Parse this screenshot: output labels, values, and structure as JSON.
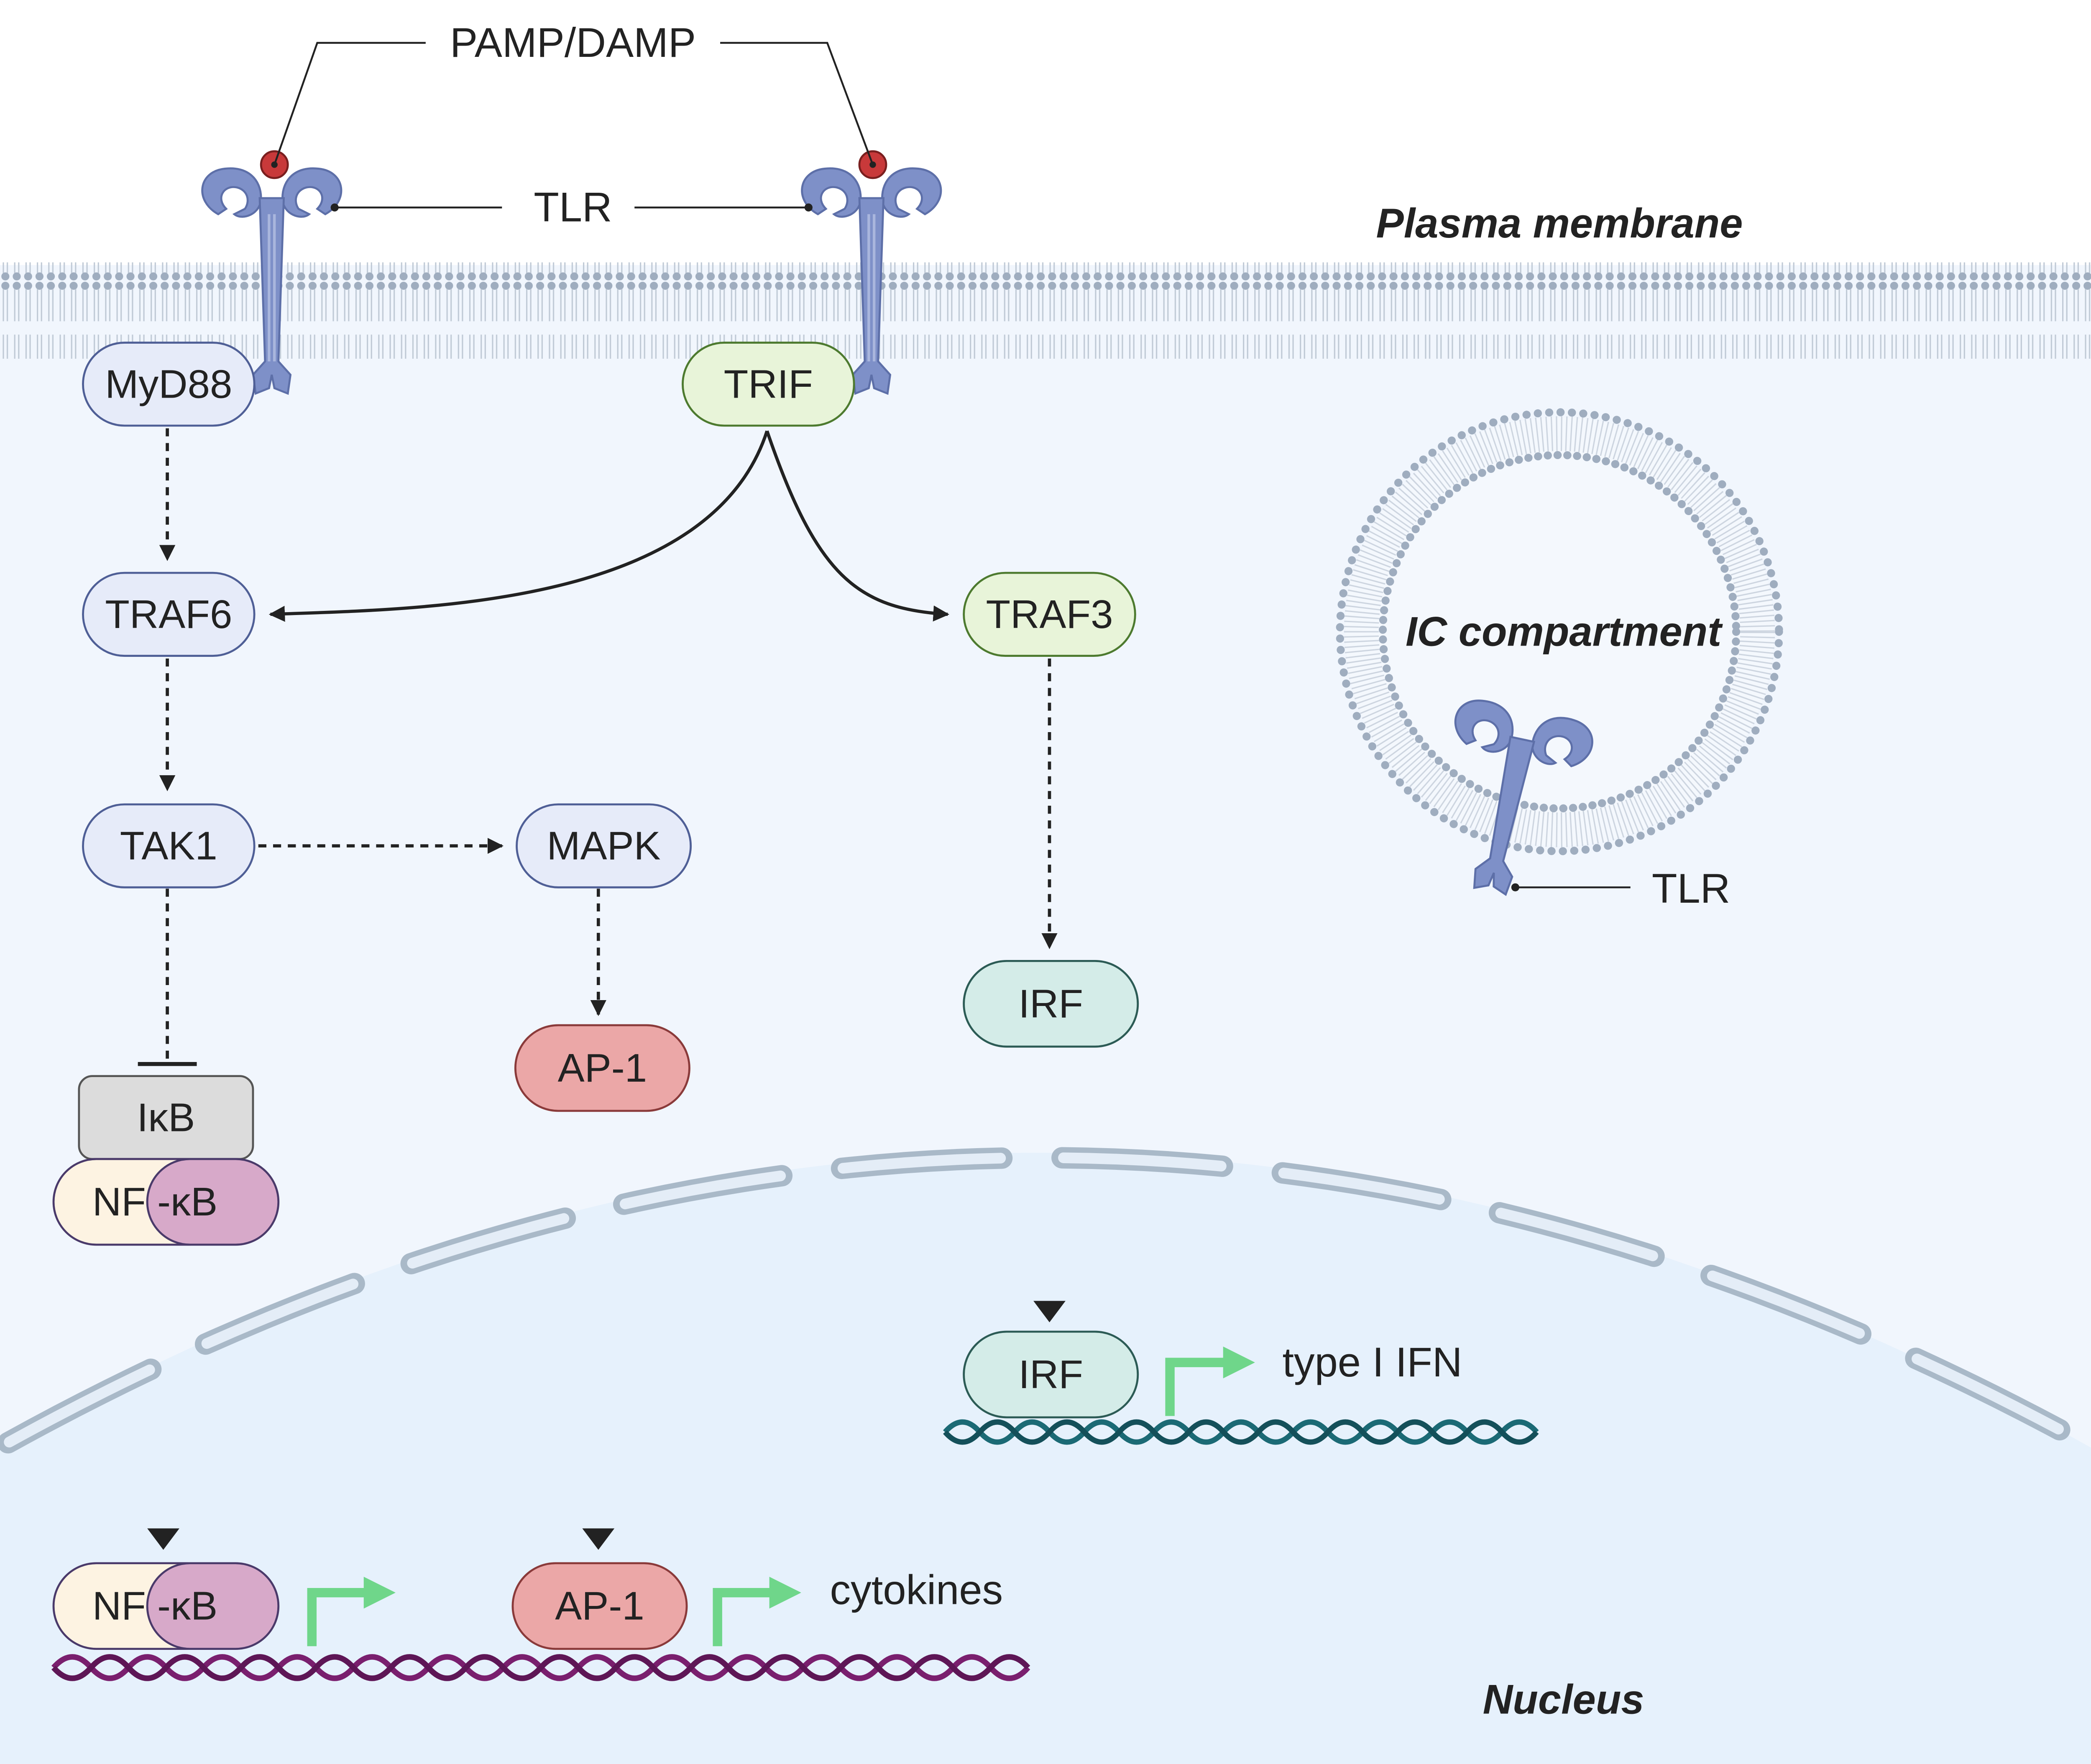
{
  "ligand_label": "PAMP/DAMP",
  "receptor_label": "TLR",
  "endosome_receptor_label": "TLR",
  "compartments": {
    "plasma_membrane": "Plasma membrane",
    "ic_compartment": "IC compartment",
    "nucleus": "Nucleus"
  },
  "nodes": {
    "myd88": "MyD88",
    "trif": "TRIF",
    "traf6": "TRAF6",
    "traf3": "TRAF3",
    "tak1": "TAK1",
    "mapk": "MAPK",
    "irf_cyto": "IRF",
    "ikb": "IκB",
    "nfkb_nf": "NF",
    "nfkb_kb": "-κB",
    "ap1_cyto": "AP-1",
    "irf_nuc": "IRF",
    "nfkb_nuc_nf": "NF",
    "nfkb_nuc_kb": "-κB",
    "ap1_nuc": "AP-1"
  },
  "outputs": {
    "ifn": "type I IFN",
    "cytokines": "cytokines"
  },
  "colors": {
    "myd88_fill": "#e6ebf9",
    "myd88_stroke": "#4f5f96",
    "trif_fill": "#e8f4d9",
    "trif_stroke": "#4d7a2f",
    "irf_fill": "#d4ece8",
    "irf_stroke": "#2c5b55",
    "ap1_fill": "#eba7a7",
    "ap1_stroke": "#8a3a3a",
    "ikb_fill": "#dcdcdc",
    "ikb_stroke": "#555555",
    "nf_fill": "#fdf3e2",
    "nf_stroke": "#4a3a6a",
    "kb_fill": "#d7a9c9",
    "kb_stroke": "#4a3a6a",
    "receptor": "#7e90c8",
    "ligand": "#c8393a",
    "membrane": "#9aa7b8",
    "cell_bg": "#f1f6fd",
    "nucleus_bg": "#e6f1fc",
    "arrow": "#222222",
    "green_arrow": "#6fd68a",
    "dna_purple": "#7a1f6e",
    "dna_teal": "#1b6a75"
  }
}
